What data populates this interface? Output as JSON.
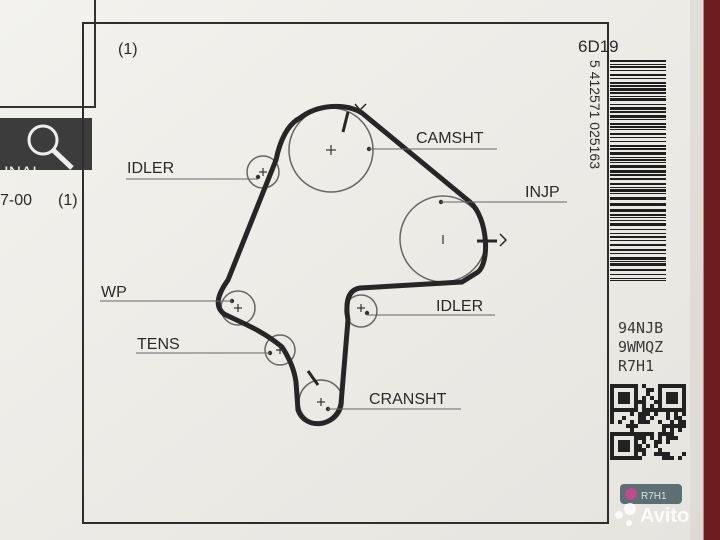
{
  "photo": {
    "subject": "Timing belt box label",
    "colors": {
      "box_edge": "#6e1d1f",
      "paper": "#f1f0ec",
      "ink": "#2e2e2e",
      "line": "#555555"
    }
  },
  "left_panel": {
    "partial_word": "INAL",
    "partial_code": "7-00",
    "partial_index": "(1)"
  },
  "diagram": {
    "index": "(1)",
    "labels": {
      "camshaft": "CAMSHT",
      "idler_top": "IDLER",
      "injection_pump": "INJP",
      "water_pump": "WP",
      "idler_right": "IDLER",
      "tensioner": "TENS",
      "crankshaft": "CRANSHT"
    }
  },
  "side": {
    "code": "6D19",
    "barcode_digits": "5 412571 025163",
    "lot_lines": [
      "94NJB",
      "9WMQZ",
      "R7H1"
    ],
    "holo_text": "R7H1"
  },
  "watermark": {
    "text": "Avito"
  }
}
